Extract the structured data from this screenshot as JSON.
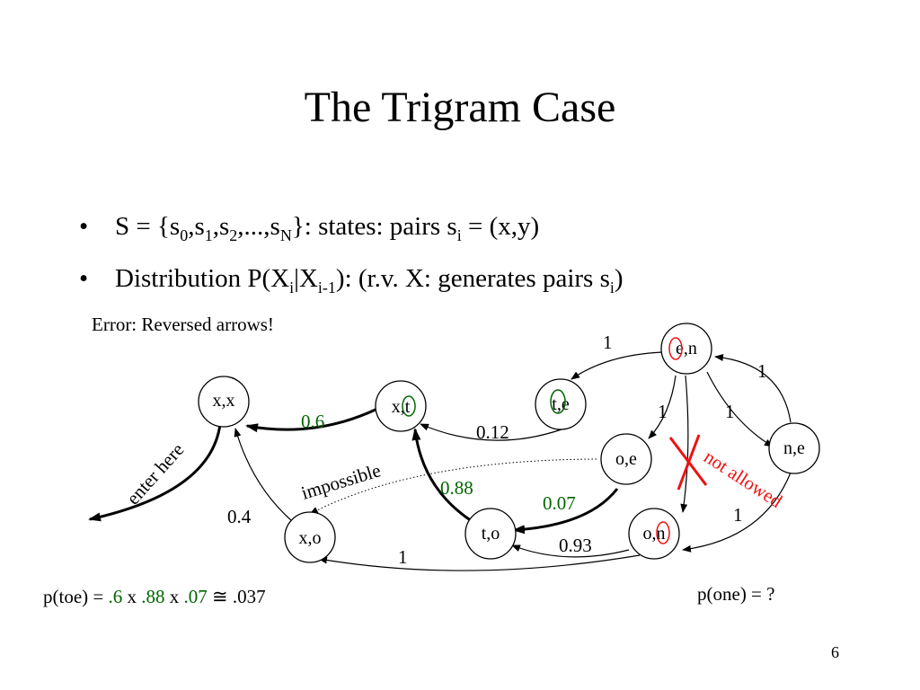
{
  "title": "The Trigram Case",
  "bullets": [
    {
      "marker": "•",
      "pre": "S = {s",
      "sub0": "0",
      "mid1": ",s",
      "sub1": "1",
      "mid2": ",s",
      "sub2": "2",
      "mid3": ",...,s",
      "subN": "N",
      "post": "}: states: pairs s",
      "subI": "i",
      "tail": " = (x,y)"
    },
    {
      "marker": "•",
      "pre": "Distribution P(X",
      "sub1": "i",
      "mid": "|X",
      "sub2": "i-1",
      "post": "): (r.v. X: generates pairs s",
      "sub3": "i",
      "tail": ")"
    }
  ],
  "error_note": "Error: Reversed arrows!",
  "states": {
    "xx": "x,x",
    "xt": "x,t",
    "te": "t,e",
    "en": "e,n",
    "oe": "o,e",
    "ne": "n,e",
    "xo": "x,o",
    "to": "t,o",
    "on": "o,n"
  },
  "edge_labels": {
    "xt_xx": "0.6",
    "te_xt": "0.12",
    "en_te": "1",
    "ne_en": "1",
    "en_oe": "1",
    "en_ne": "1",
    "xo_xx": "0.4",
    "to_xt": "0.88",
    "oe_to": "0.07",
    "on_to": "0.93",
    "on_xo": "1",
    "ne_on": "1"
  },
  "annotations": {
    "enter_here": "enter here",
    "impossible": "impossible",
    "not_allowed": "not allowed"
  },
  "formula": {
    "lhs": "p(toe) = ",
    "v1": ".6",
    "x1": " x ",
    "v2": ".88",
    "x2": " x ",
    "v3": ".07",
    "approx": " ≅ ",
    "result": " .037"
  },
  "question": "p(one) = ?",
  "page_number": "6",
  "colors": {
    "highlight": "#006600",
    "error": "#ee1111",
    "ink": "#000000"
  }
}
